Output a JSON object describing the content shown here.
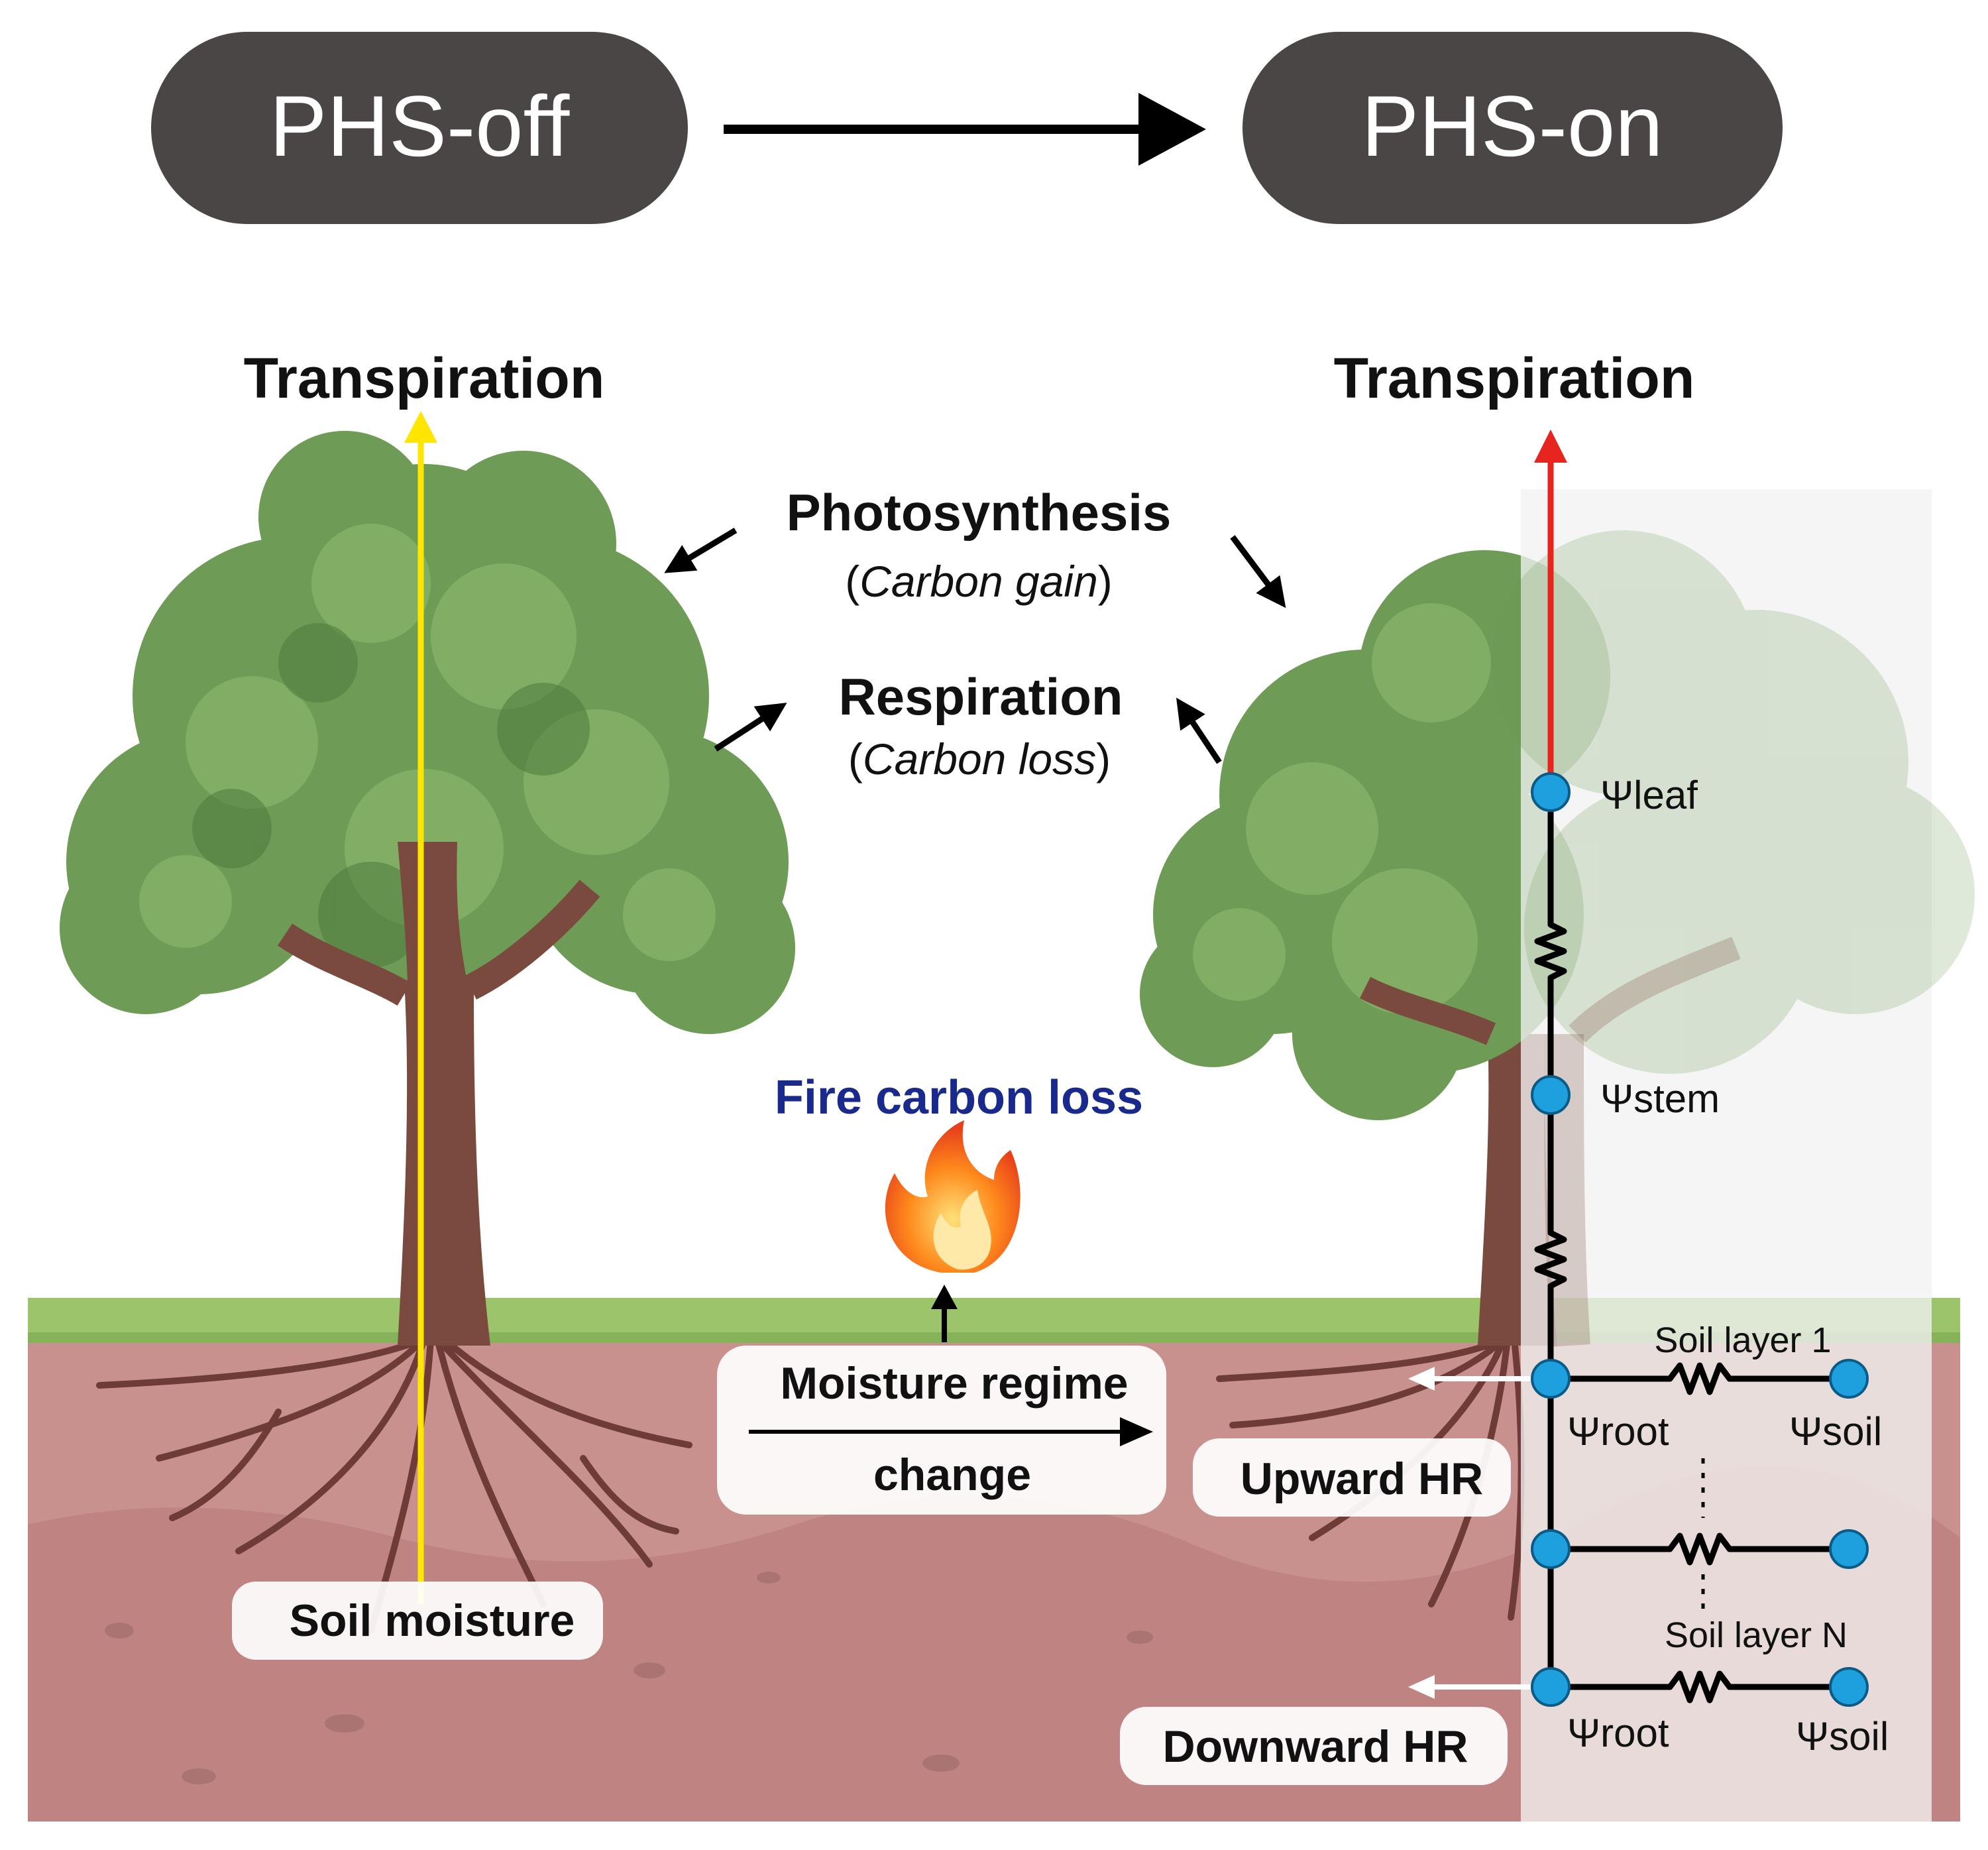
{
  "header": {
    "left_pill": "PHS-off",
    "right_pill": "PHS-on"
  },
  "left_tree": {
    "transpiration": "Transpiration",
    "soil_moisture": "Soil moisture"
  },
  "right_tree": {
    "transpiration": "Transpiration"
  },
  "center": {
    "photosynthesis": "Photosynthesis",
    "photosynthesis_sub": "Carbon gain",
    "respiration": "Respiration",
    "respiration_sub": "Carbon loss",
    "fire_carbon_loss": "Fire carbon loss",
    "moisture_line1": "Moisture regime",
    "moisture_line2": "change"
  },
  "hydraulics": {
    "psi_leaf": "Ψleaf",
    "psi_stem": "Ψstem",
    "soil_layer_1": "Soil layer 1",
    "soil_layer_n": "Soil layer N",
    "psi_root_1": "Ψroot",
    "psi_soil_1": "Ψsoil",
    "psi_root_n": "Ψroot",
    "psi_soil_n": "Ψsoil",
    "upward_hr": "Upward HR",
    "downward_hr": "Downward HR"
  },
  "colors": {
    "pill_fill": "#4a4645",
    "left_arrow": "#ffe600",
    "right_arrow": "#e8241e",
    "node": "#1ea0de",
    "soil": "#c9918e",
    "grass": "#9cc46a",
    "canopy": "#6e9b55",
    "trunk": "#7a4a3e",
    "fire_text": "#1a2a8c"
  }
}
